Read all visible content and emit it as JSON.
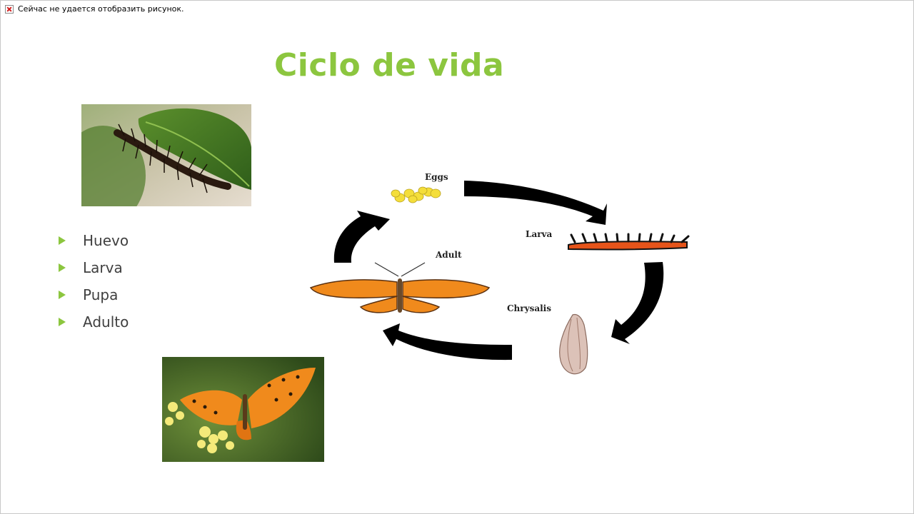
{
  "broken_image": {
    "message": "Сейчас не удается отобразить рисунок."
  },
  "slide": {
    "title": "Ciclo de vida",
    "bullets": [
      "Huevo",
      "Larva",
      "Pupa",
      "Adulto"
    ]
  },
  "diagram": {
    "labels": {
      "eggs": "Eggs",
      "larva": "Larva",
      "chrysalis": "Chrysalis",
      "adult": "Adult"
    }
  },
  "colors": {
    "accent": "#8cc63f",
    "text": "#404040",
    "arrow": "#000000",
    "butterfly_orange": "#f08a1c"
  }
}
